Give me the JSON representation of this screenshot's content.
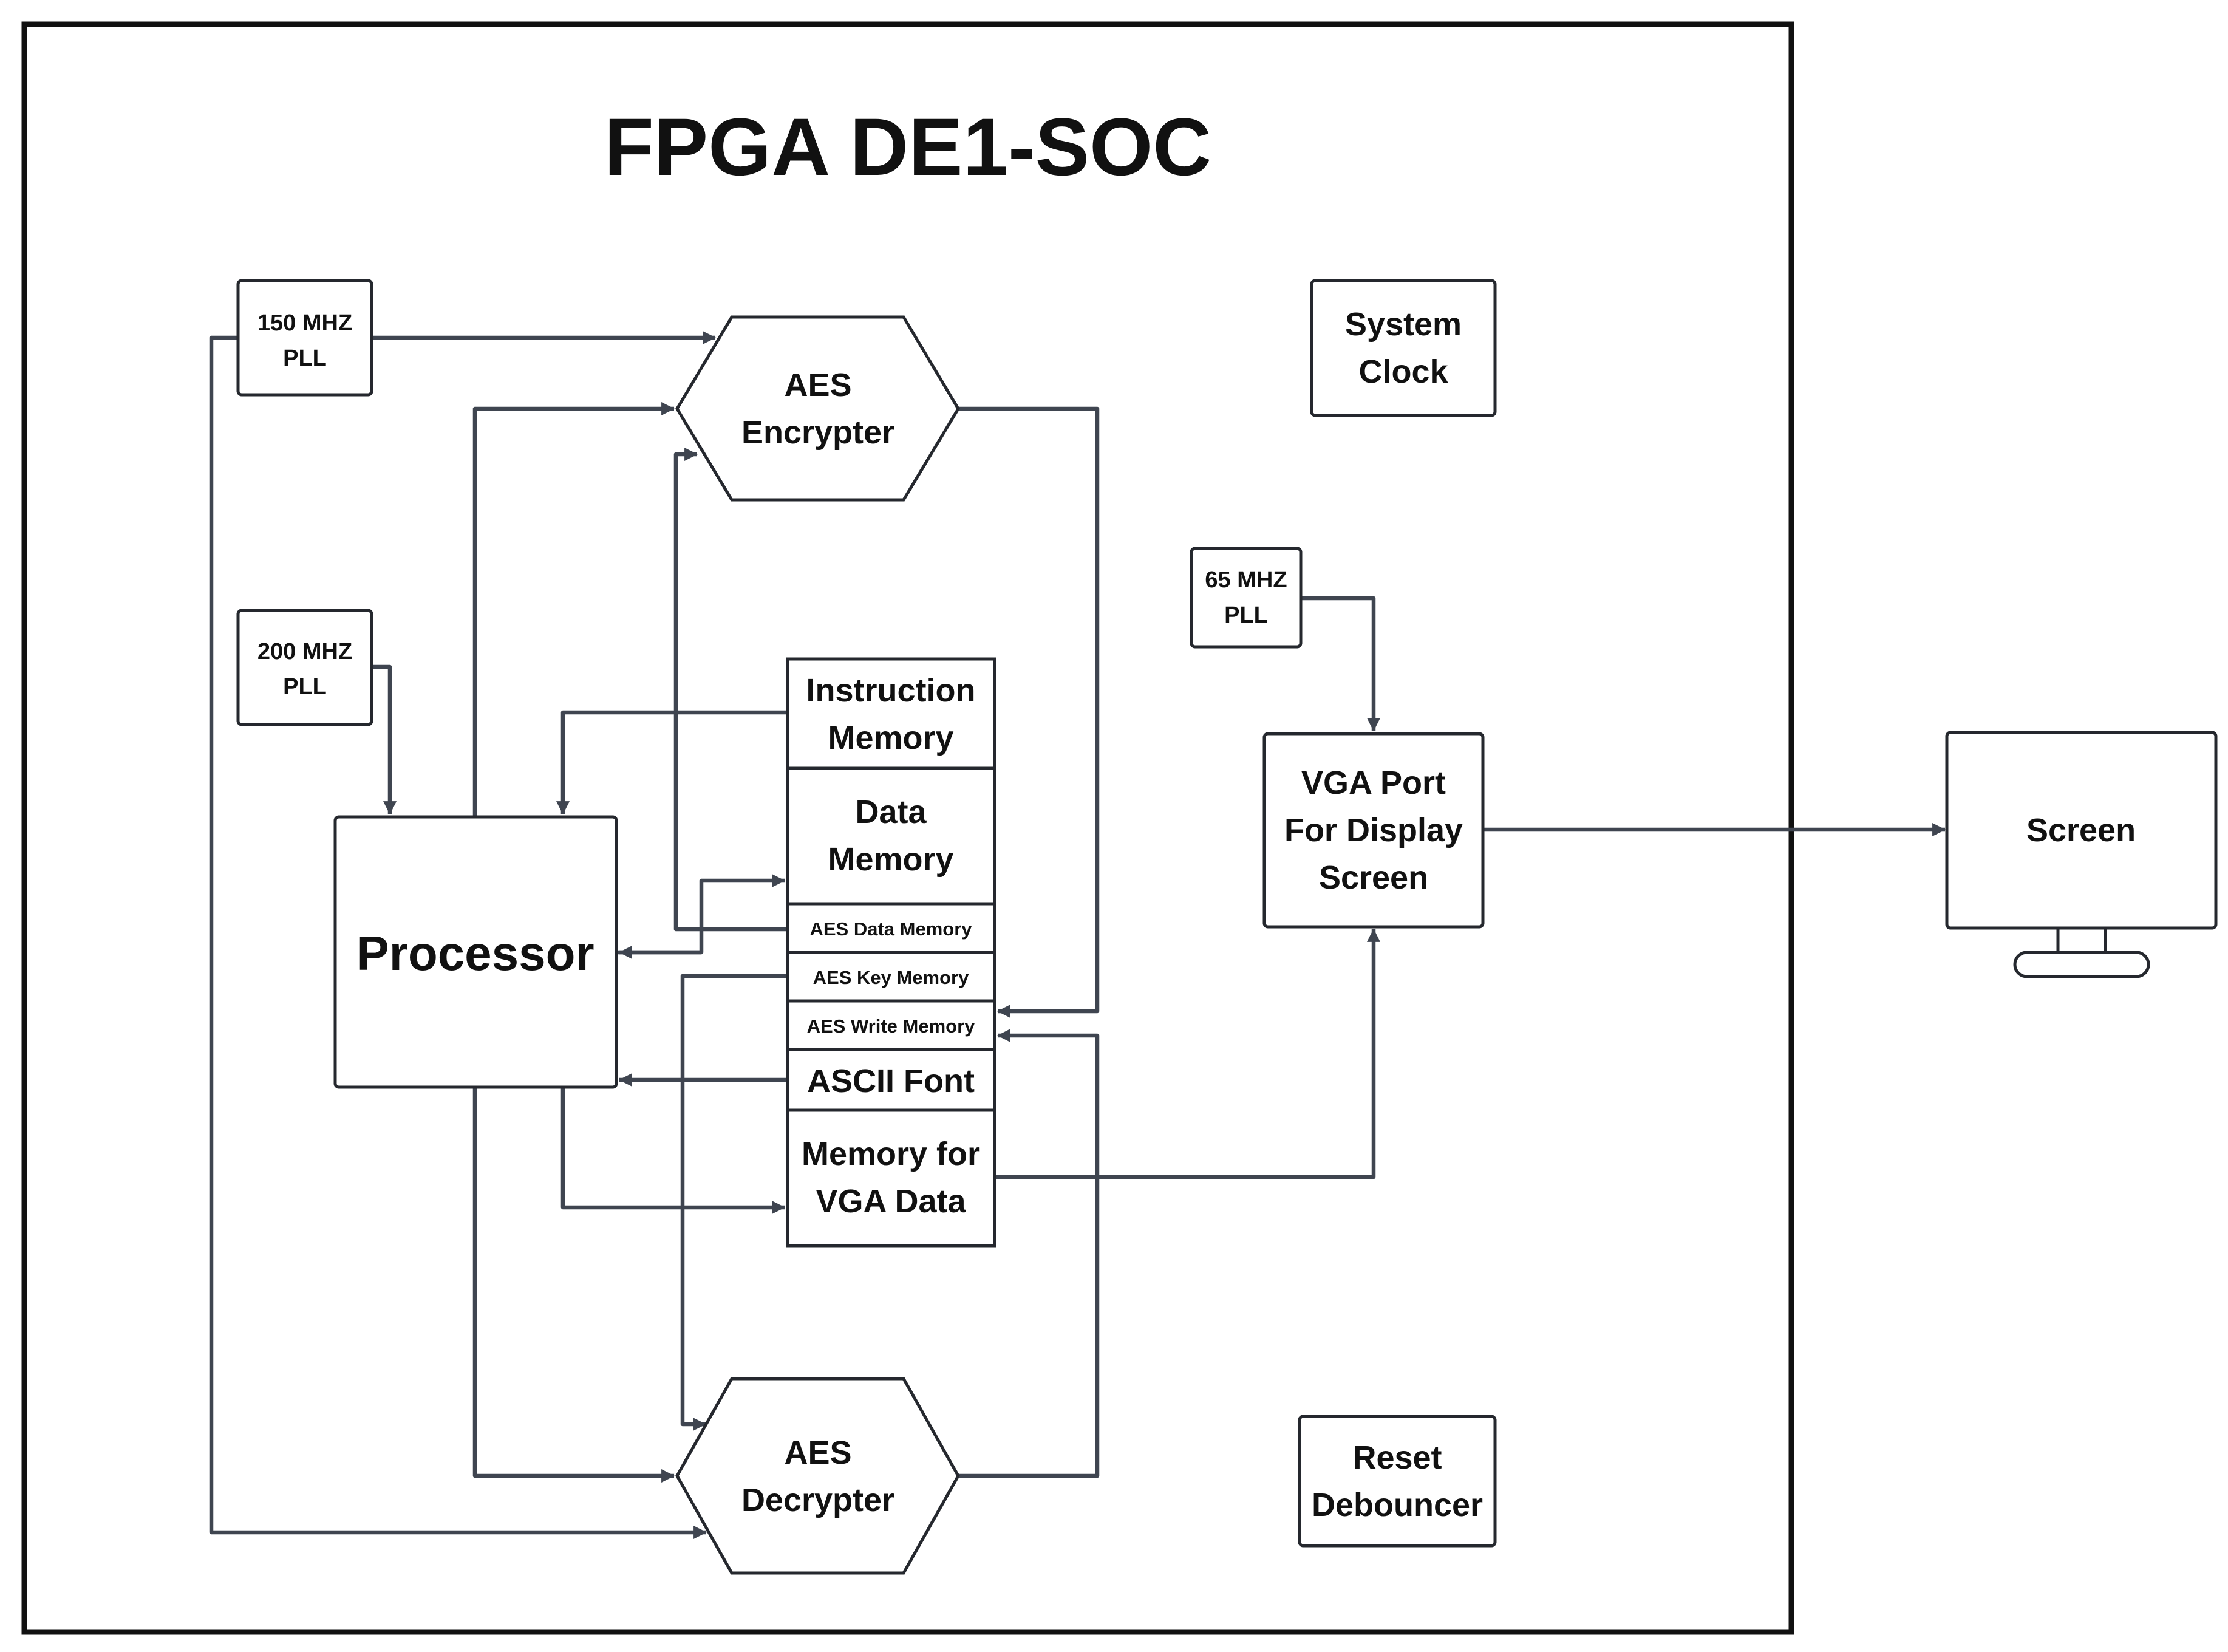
{
  "title": "FPGA  DE1-SOC",
  "blocks": {
    "pll_150": [
      "150 MHZ",
      "PLL"
    ],
    "pll_200": [
      "200 MHZ",
      "PLL"
    ],
    "pll_65": [
      "65 MHZ",
      "PLL"
    ],
    "aes_encrypter": [
      "AES",
      "Encrypter"
    ],
    "aes_decrypter": [
      "AES",
      "Decrypter"
    ],
    "system_clock": [
      "System",
      "Clock"
    ],
    "reset_debouncer": [
      "Reset",
      "Debouncer"
    ],
    "processor": "Processor",
    "vga_port": [
      "VGA Port",
      "For Display",
      "Screen"
    ],
    "screen": "Screen"
  },
  "memory": {
    "instruction": [
      "Instruction",
      "Memory"
    ],
    "data": [
      "Data",
      "Memory"
    ],
    "aes_data": "AES Data Memory",
    "aes_key": "AES Key Memory",
    "aes_write": "AES Write Memory",
    "ascii_font": "ASCII Font",
    "vga_data": [
      "Memory for",
      "VGA Data"
    ]
  },
  "colors": {
    "line": "#3f4550",
    "border": "#25282e",
    "text": "#111111"
  }
}
